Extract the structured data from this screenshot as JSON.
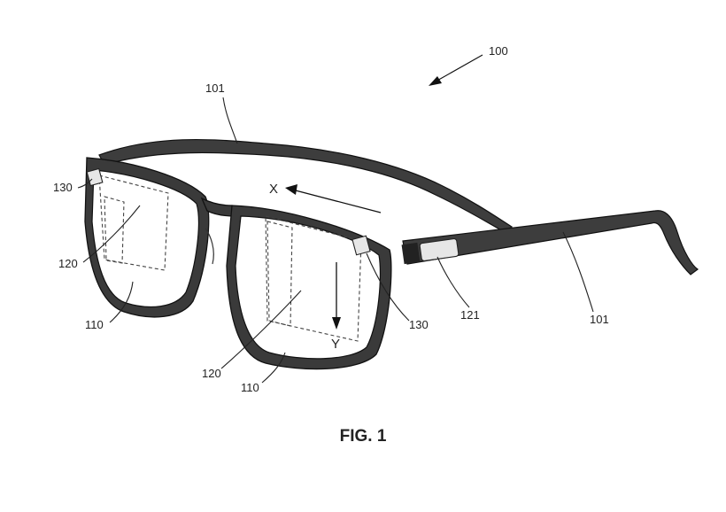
{
  "figure": {
    "caption": "FIG. 1",
    "reference_numerals": {
      "device": "100",
      "temple_top": "101",
      "temple_right": "101",
      "sensor_left": "130",
      "sensor_right": "130",
      "region_left": "120",
      "region_right": "120",
      "lens_left": "110",
      "lens_right": "110",
      "module": "121"
    },
    "axes": {
      "x": "X",
      "y": "Y"
    }
  }
}
